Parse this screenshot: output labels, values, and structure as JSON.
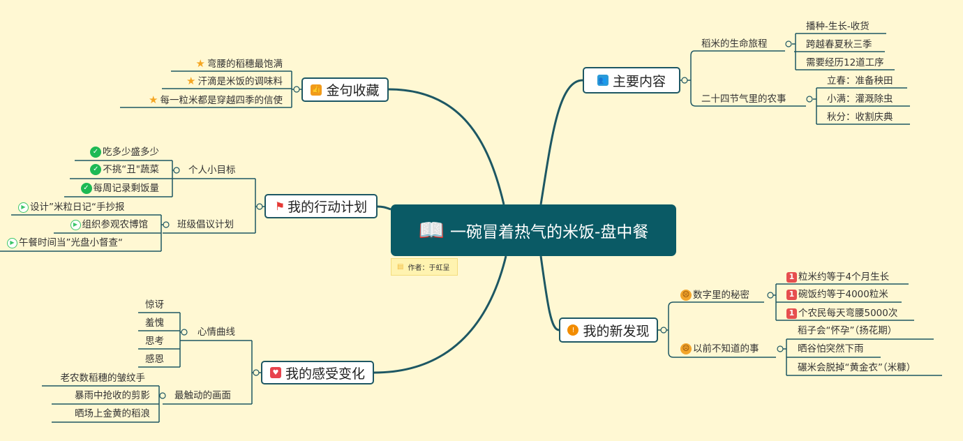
{
  "central": {
    "title": "一碗冒着热气的米饭-盘中餐",
    "icon": "book-icon",
    "note": "作者：于虹呈"
  },
  "main_content": {
    "title": "主要内容",
    "topics": [
      {
        "label": "稻米的生命旅程",
        "items": [
          "播种-生长-收货",
          "跨越春夏秋三季",
          "需要经历12道工序"
        ]
      },
      {
        "label": "二十四节气里的农事",
        "items": [
          "立春：准备秧田",
          "小满：灌溉除虫",
          "秋分：收割庆典"
        ]
      }
    ]
  },
  "discoveries": {
    "title": "我的新发现",
    "topics": [
      {
        "label": "数字里的秘密",
        "items": [
          "粒米约等于4个月生长",
          "碗饭约等于4000粒米",
          "个农民每天弯腰5000次"
        ],
        "badge": "1"
      },
      {
        "label": "以前不知道的事",
        "items": [
          "稻子会“怀孕”（扬花期）",
          "晒谷怕突然下雨",
          "碾米会脱掉“黄金衣”（米糠）"
        ]
      }
    ]
  },
  "quotes": {
    "title": "金句收藏",
    "items": [
      "弯腰的稻穗最饱满",
      "汗滴是米饭的调味料",
      "每一粒米都是穿越四季的信使"
    ]
  },
  "plan": {
    "title": "我的行动计划",
    "topics": [
      {
        "label": "个人小目标",
        "items": [
          "吃多少盛多少",
          "不挑“丑\"蔬菜",
          "每周记录剩饭量"
        ]
      },
      {
        "label": "班级倡议计划",
        "items": [
          "设计”米粒日记“手抄报",
          "组织参观农博馆",
          "午餐时间当”光盘小督查“"
        ]
      }
    ]
  },
  "feelings": {
    "title": "我的感受变化",
    "topics": [
      {
        "label": "心情曲线",
        "items": [
          "惊讶",
          "羞愧",
          "思考",
          "感恩"
        ]
      },
      {
        "label": "最触动的画面",
        "items": [
          "老农数稻穗的皱纹手",
          "暴雨中抢收的剪影",
          "晒场上金黄的稻浪"
        ]
      }
    ]
  },
  "colors": {
    "central": "#0a5a65",
    "line": "#1d5763",
    "background": "#fff8d3"
  }
}
